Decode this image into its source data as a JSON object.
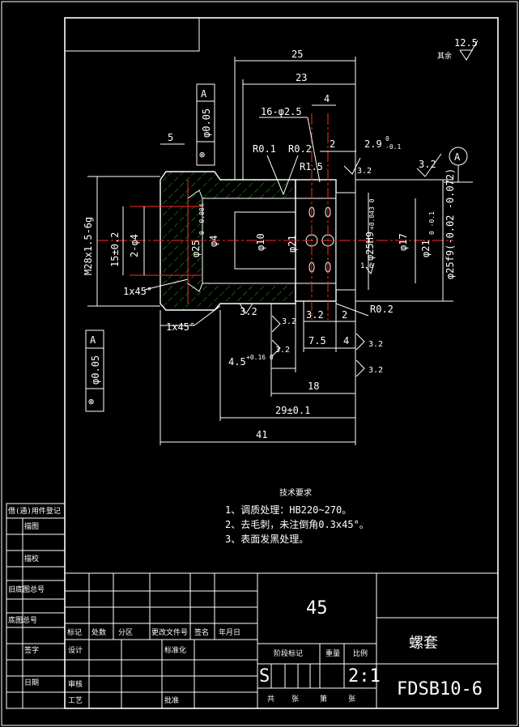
{
  "title_block": {
    "material": "45",
    "part_name": "螺套",
    "drawing_number": "FDSB10-6",
    "scale": "2:1",
    "mass_mark": "S",
    "row_labels": [
      "标记",
      "处数",
      "分区",
      "更改文件号",
      "签名",
      "年月日"
    ],
    "design_label": "设计",
    "standard_label": "标准化",
    "check_label": "审核",
    "process_label": "工艺",
    "approve_label": "批准",
    "stage_label": "阶段标记",
    "weight_label": "重量",
    "scale_label": "比例",
    "sheet_labels": [
      "共",
      "张",
      "第",
      "张"
    ]
  },
  "side_table": {
    "rows": [
      "借(通)用件登记",
      "描图",
      "描校",
      "旧底图总号",
      "底图总号",
      "签字",
      "日期"
    ]
  },
  "roughness": {
    "general_value": "12.5",
    "general_note": "其余",
    "values": [
      "3.2",
      "3.2",
      "3.2",
      "3.2",
      "3.2",
      "3.2",
      "3.2",
      "1.6"
    ]
  },
  "datum": {
    "label": "A"
  },
  "tolerances": [
    {
      "symbol": "⊚",
      "value": "φ0.05",
      "datum": "A"
    },
    {
      "symbol": "⊚",
      "value": "φ0.05",
      "datum": "A"
    }
  ],
  "dimensions": {
    "d25": "25",
    "d23": "23",
    "d4": "4",
    "d16holes": "16-φ2.5",
    "d2": "2",
    "d29": "2.9",
    "d29_up": "0",
    "d29_low": "-0.1",
    "d5": "5",
    "r01": "R0.1",
    "r02a": "R0.2",
    "r15": "R1.5",
    "thread": "M28x1.5-6g",
    "d15": "15±0.2",
    "d2phi4": "2-φ4",
    "phi25": "φ25",
    "phi25_tol": "0 -0.084",
    "phi4": "φ4",
    "phi10": "φ10",
    "phi21": "φ21",
    "phi25h9": "φ25H9",
    "phi25h9_tol": "+0.043 0",
    "phi17": "φ17",
    "phi21b": "φ21",
    "phi21b_tol": "0 -0.1",
    "phi25f9": "φ25f9(-0.02 -0.072)",
    "ch1": "1x45°",
    "ch2": "1x45°",
    "d32": "3.2",
    "d2b": "2",
    "r02b": "R0.2",
    "d75": "7.5",
    "d4b": "4",
    "d45": "4.5",
    "d45_tol": "+0.16 0",
    "d18": "18",
    "d29pm": "29±0.1",
    "d41": "41"
  },
  "notes": {
    "heading": "技术要求",
    "items": [
      "1、调质处理：HB220~270。",
      "2、去毛刺，未注倒角0.3x45°。",
      "3、表面发黑处理。"
    ]
  }
}
